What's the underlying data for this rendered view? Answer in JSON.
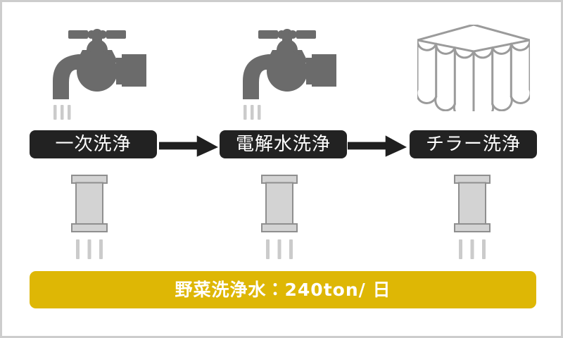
{
  "colors": {
    "page_bg": "#ffffff",
    "frame_border": "#cdcdcd",
    "step_label_bg": "#222222",
    "step_label_text": "#ffffff",
    "arrow": "#1f1f1f",
    "icon_gray": "#6b6b6b",
    "drip_gray": "#cbcbcb",
    "pipe_fill": "#d3d3d3",
    "pipe_border": "#8f8f8f",
    "box_stroke": "#9b9b9b",
    "banner_bg": "#deb705",
    "banner_text": "#ffffff"
  },
  "flow": {
    "steps": [
      {
        "label": "一次洗浄",
        "icon": "faucet-icon"
      },
      {
        "label": "電解水洗浄",
        "icon": "faucet-icon"
      },
      {
        "label": "チラー洗浄",
        "icon": "chiller-box-icon"
      }
    ],
    "connector_icon": "arrow-right-icon",
    "below_icon": "pipe-icon",
    "banner": {
      "text": "野菜洗浄水：240ton/ 日"
    }
  }
}
